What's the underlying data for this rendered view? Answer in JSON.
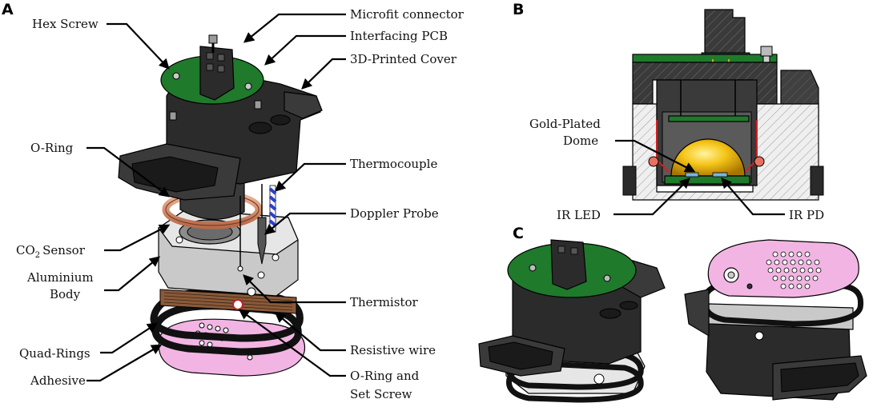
{
  "panels": [
    "A",
    "B",
    "C"
  ],
  "labels_a": {
    "hex_screw": "Hex Screw",
    "microfit_connector": "Microfit connector",
    "interfacing_pcb": "Interfacing PCB",
    "printed_cover": "3D-Printed Cover",
    "o_ring": "O-Ring",
    "thermocouple": "Thermocouple",
    "doppler_probe": "Doppler Probe",
    "co2_prefix": "CO",
    "co2_subscript": "2",
    "co2_suffix": "Sensor",
    "aluminium_line1": "Aluminium",
    "aluminium_line2": "Body",
    "thermistor": "Thermistor",
    "resistive_wire": "Resistive wire",
    "quad_rings": "Quad-Rings",
    "o_ring_set_screw_line1": "O-Ring and",
    "o_ring_set_screw_line2": "Set Screw",
    "adhesive": "Adhesive"
  },
  "labels_b": {
    "gold_dome_line1": "Gold-Plated",
    "gold_dome_line2": "Dome",
    "ir_led": "IR LED",
    "ir_pd": "IR PD"
  },
  "colors": {
    "pcb": "#1f7a2c",
    "cover": "#2b2b2b",
    "aluminium": "#c9c9c9",
    "adhesive": "#f2b5e3",
    "copper_o_ring": "#d08a6a",
    "gold_dome": "#f5c518",
    "thermocouple_stripe": "#2a3fd0"
  }
}
